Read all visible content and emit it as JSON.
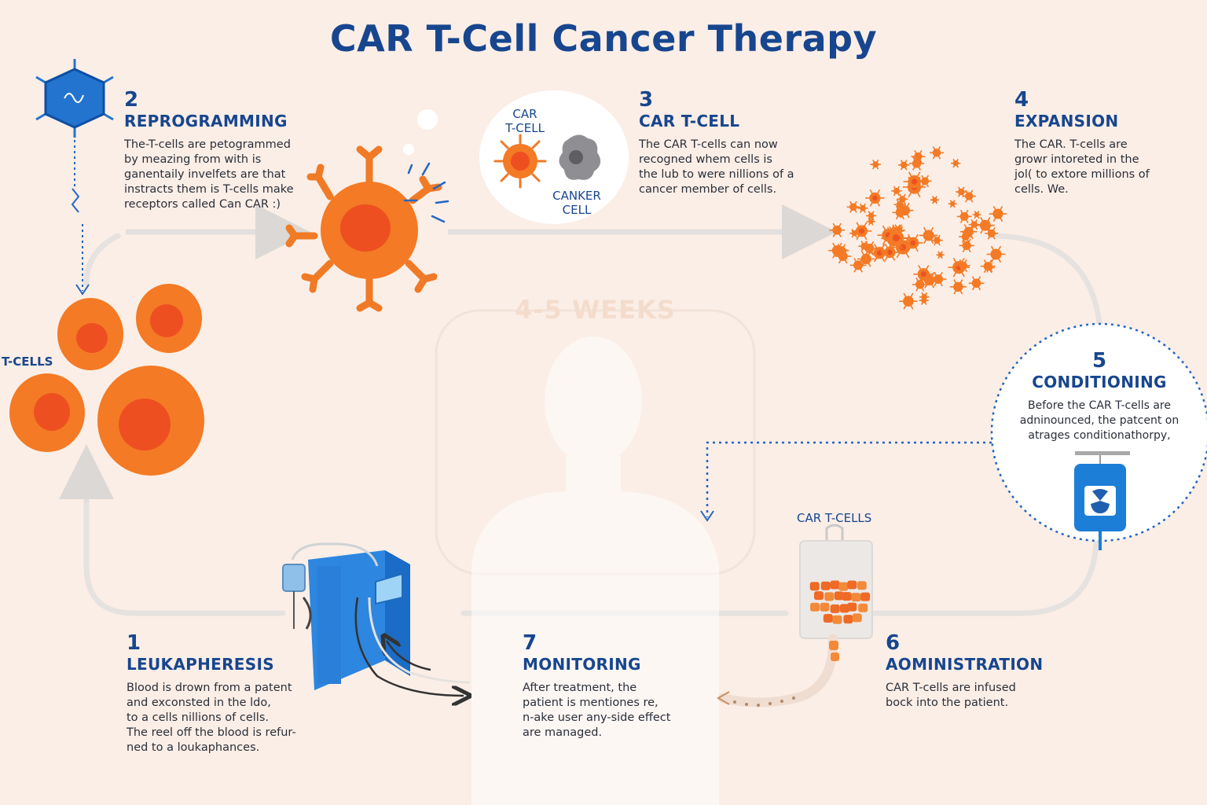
{
  "title": "CAR T-Cell Cancer Therapy",
  "center_label": "4-5 WEEKS",
  "tcells_label": "T-CELLS",
  "bubble": {
    "car_label_line1": "CAR",
    "car_label_line2": "T-CELL",
    "cancer_label_line1": "CANKER",
    "cancer_label_line2": "CELL"
  },
  "bag_label": "CAR T-CELLS",
  "steps": {
    "s1": {
      "number": "1",
      "title": "LEUKAPHERESIS",
      "text": "Blood is drown from a patent\nand exconsted in the ldo,\nto a cells nillions of cells.\nThe reel off the blood is refur-\nned to a loukaphances."
    },
    "s2": {
      "number": "2",
      "title": "REPROGRAMMING",
      "text": "The-T-cells are petogrammed\nby meazing from with is\nganentaily invelfets are that\ninstracts them is T-cells make\nreceptors called  Can CAR :)"
    },
    "s3": {
      "number": "3",
      "title": "CAR T-CELL",
      "text": "The CAR T-cells can now\nrecogned whem cells is\nthe lub to were nillions of a\ncancer member of cells."
    },
    "s4": {
      "number": "4",
      "title": "EXPANSION",
      "text": "The CAR. T-cells are\ngrowr intoreted in the\njol( to extore millions of\ncells. We."
    },
    "s5": {
      "number": "5",
      "title": "CONDITIONING",
      "text": "Before the CAR T-cells are\nadninounced, the patcent on\natrages conditionathorpy,"
    },
    "s6": {
      "number": "6",
      "title": "AOMINISTRATION",
      "text": "CAR T-cells are infused\nbock into the patient."
    },
    "s7": {
      "number": "7",
      "title": "MONITORING",
      "text": "After treatment, the\npatient is mentiones re,\nn-ake user any-side effect\nare managed."
    }
  },
  "colors": {
    "accent_blue": "#17468f",
    "cell_orange": "#f07a26",
    "nucleus": "#ee5220",
    "machine_blue": "#2d86e0",
    "background": "#fbeee6"
  }
}
